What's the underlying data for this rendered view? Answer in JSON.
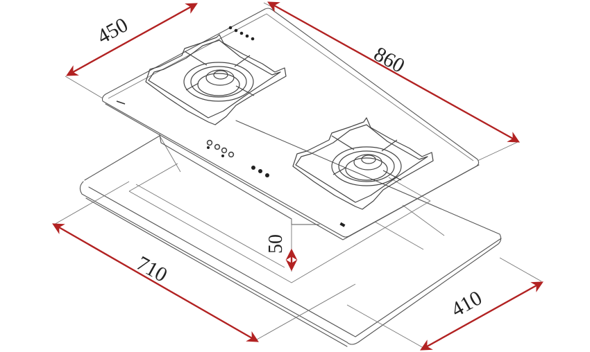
{
  "diagram": {
    "title": "Built-in gas hob dimension drawing",
    "subject": "Two-burner gas cooktop with pan supports and countertop cutout",
    "units": "mm",
    "colors": {
      "dimension_line": "#b22222",
      "outline": "#555555",
      "label_text": "#222222",
      "background": "#ffffff"
    },
    "dimensions": {
      "hob_depth": {
        "label": "450",
        "description": "Hob depth"
      },
      "hob_width": {
        "label": "860",
        "description": "Hob width"
      },
      "cutout_width": {
        "label": "710",
        "description": "Countertop cutout width"
      },
      "cutout_depth": {
        "label": "410",
        "description": "Countertop cutout depth"
      },
      "build_in_height": {
        "label": "50",
        "description": "Build-in height below worktop"
      }
    },
    "components": [
      {
        "name": "glass-top-panel"
      },
      {
        "name": "left-burner-with-pan-support"
      },
      {
        "name": "right-burner-with-pan-support"
      },
      {
        "name": "control-knob-cluster"
      },
      {
        "name": "indicator-dots"
      },
      {
        "name": "countertop-cutout"
      }
    ]
  }
}
